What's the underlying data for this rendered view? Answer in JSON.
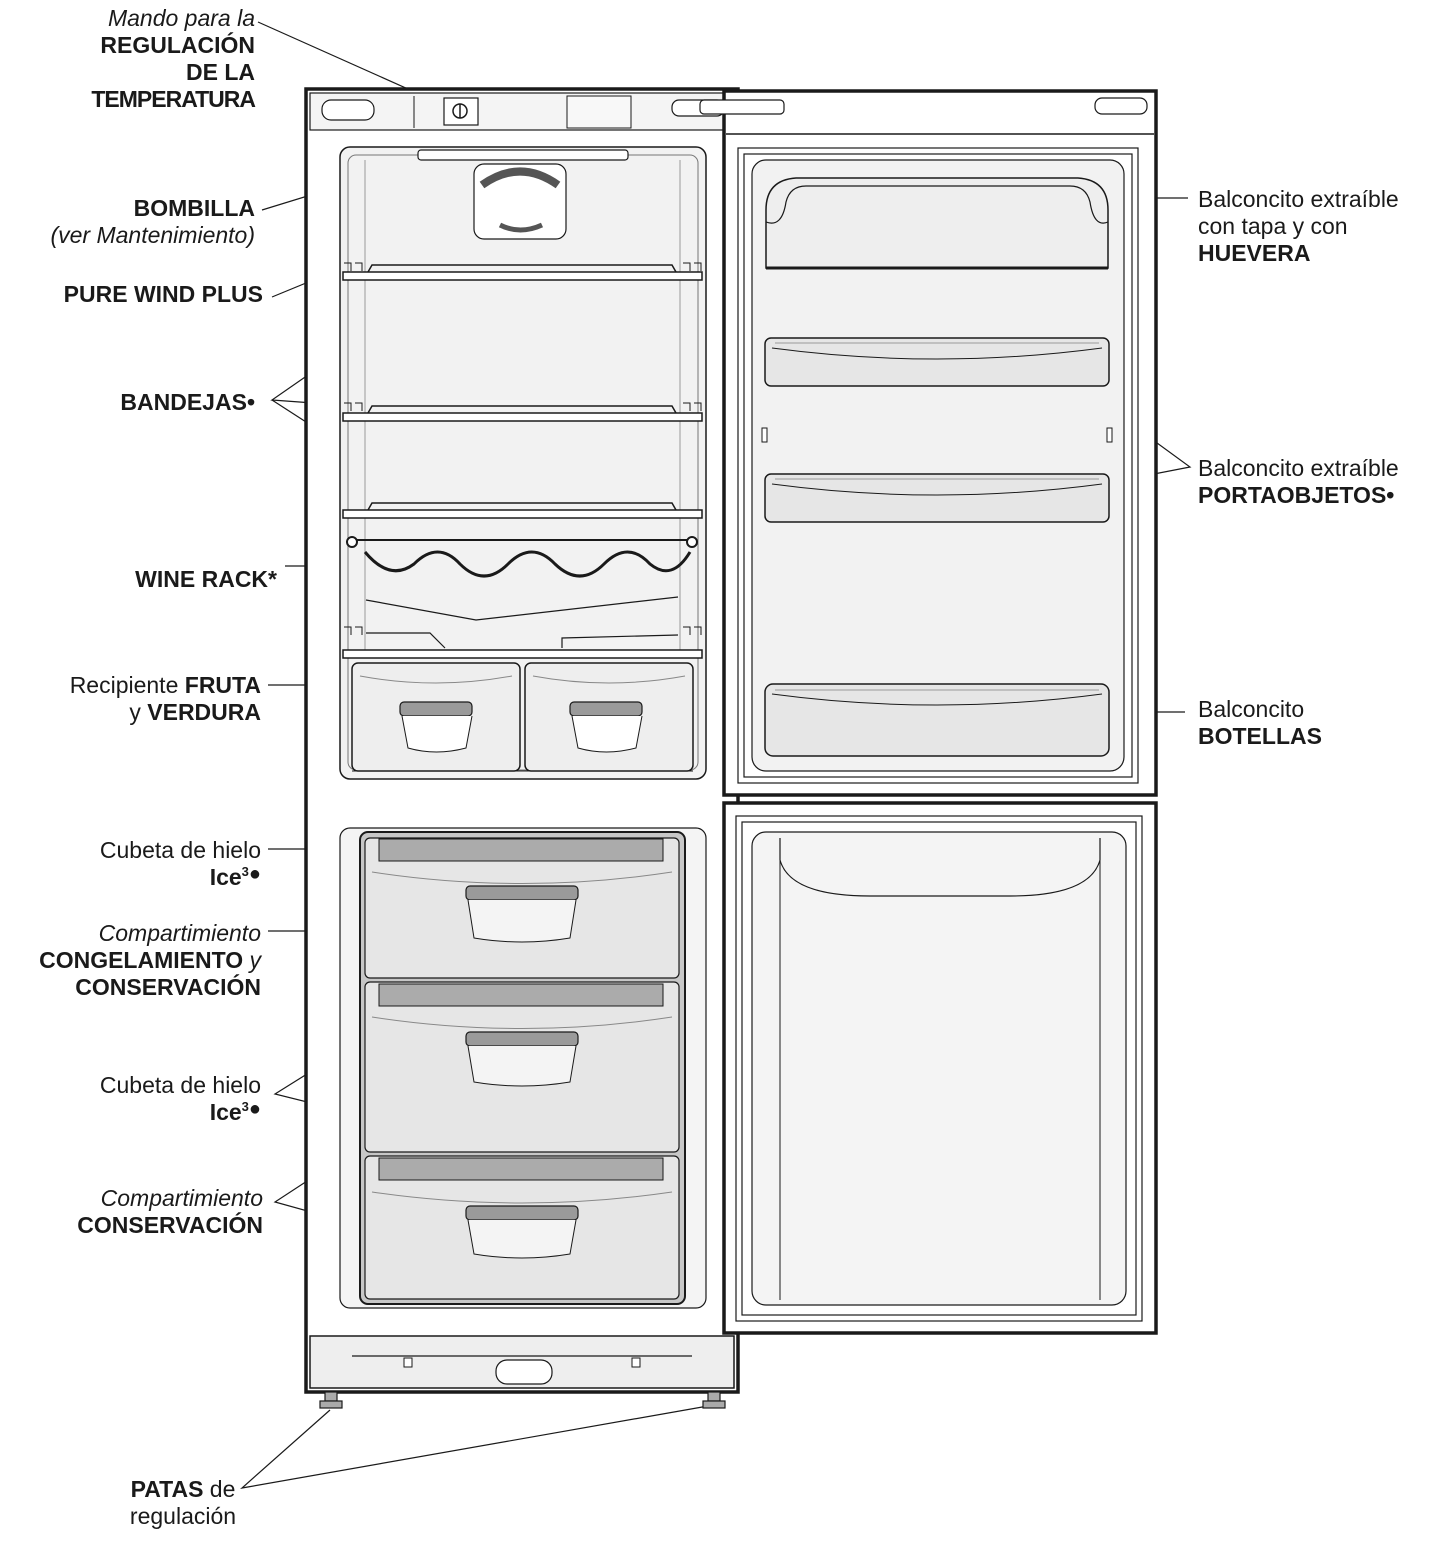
{
  "labels": {
    "temp_control": {
      "l1": "Mando para la",
      "l2": "REGULACIÓN",
      "l3": "DE LA",
      "l4": "TEMPERATURA"
    },
    "bulb": {
      "l1": "BOMBILLA",
      "l2": "(ver Mantenimiento)"
    },
    "pure_wind": {
      "l1": "PURE WIND PLUS"
    },
    "shelves": {
      "l1": "BANDEJAS",
      "bullet": "•"
    },
    "wine_rack": {
      "l1": "WINE RACK*"
    },
    "crisper": {
      "l1a": "Recipiente ",
      "l1b": "FRUTA",
      "l2a": "y ",
      "l2b": "VERDURA"
    },
    "ice_tray_1": {
      "l1": "Cubeta de hielo",
      "l2": "Ice",
      "sup": "3",
      "dot": "●"
    },
    "freeze_compartment": {
      "l1": "Compartimiento",
      "l2a": "CONGELAMIENTO",
      "l2b": " y",
      "l3": "CONSERVACIÓN"
    },
    "ice_tray_2": {
      "l1": "Cubeta de hielo",
      "l2": "Ice",
      "sup": "3",
      "dot": "●"
    },
    "storage_compartment": {
      "l1": "Compartimiento",
      "l2": "CONSERVACIÓN"
    },
    "feet": {
      "l1a": "PATAS",
      "l1b": " de",
      "l2": "regulación"
    },
    "egg_balcony": {
      "l1": "Balconcito extraíble",
      "l2": "con tapa y con",
      "l3": "HUEVERA"
    },
    "holder_balcony": {
      "l1": "Balconcito extraíble",
      "l2": "PORTAOBJETOS",
      "bullet": "•"
    },
    "bottle_balcony": {
      "l1": "Balconcito",
      "l2": "BOTELLAS"
    }
  },
  "colors": {
    "outline": "#1a1a1a",
    "interior": "#f1f1f1",
    "drawer_fill": "#e4e4e4",
    "drawer_strip": "#a9a9a9",
    "handle": "#8f8f8f"
  }
}
